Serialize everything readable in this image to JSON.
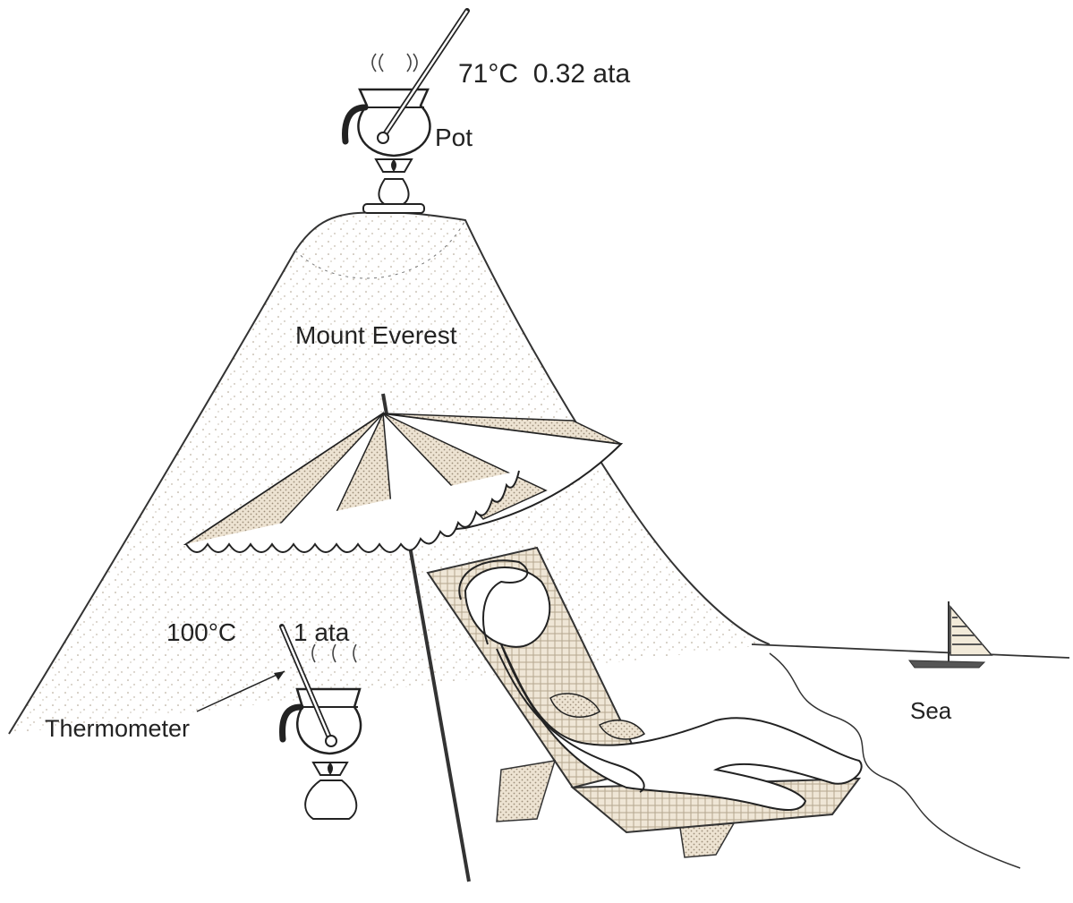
{
  "labels": {
    "top_reading": "71°C  0.32 ata",
    "pot": "Pot",
    "mountain": "Mount Everest",
    "bottom_temp": "100°C",
    "bottom_pressure": "1 ata",
    "thermometer": "Thermometer",
    "sea": "Sea"
  },
  "colors": {
    "ink": "#222222",
    "paper": "#ffffff",
    "tint": "#e9dfcf",
    "dot": "#b8ab96"
  }
}
